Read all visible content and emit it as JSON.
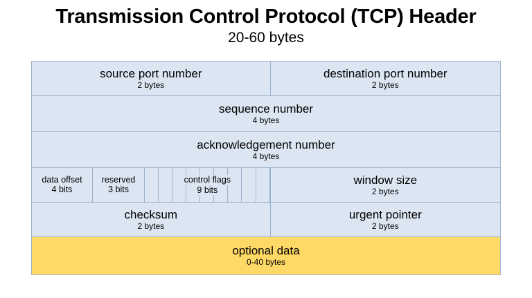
{
  "header": {
    "title": "Transmission Control Protocol (TCP) Header",
    "subtitle": "20-60 bytes"
  },
  "colors": {
    "cell_fill": "#dce6f2",
    "optional_fill": "#ffd966",
    "border": "#9bb2cc",
    "text": "#000000",
    "background": "#ffffff"
  },
  "diagram": {
    "type": "packet-header-layout",
    "rows": [
      {
        "id": "row-ports",
        "fields": [
          {
            "name": "source port number",
            "size": "2 bytes"
          },
          {
            "name": "destination port number",
            "size": "2 bytes"
          }
        ]
      },
      {
        "id": "row-sequence",
        "fields": [
          {
            "name": "sequence number",
            "size": "4 bytes"
          }
        ]
      },
      {
        "id": "row-acknowledgement",
        "fields": [
          {
            "name": "acknowledgement number",
            "size": "4 bytes"
          }
        ]
      },
      {
        "id": "row-flags",
        "fields": [
          {
            "name": "data offset",
            "size": "4 bits"
          },
          {
            "name": "reserved",
            "size": "3 bits"
          },
          {
            "name": "control flags",
            "size": "9 bits",
            "bit_cells": 9
          },
          {
            "name": "window size",
            "size": "2 bytes"
          }
        ]
      },
      {
        "id": "row-checksum",
        "fields": [
          {
            "name": "checksum",
            "size": "2 bytes"
          },
          {
            "name": "urgent pointer",
            "size": "2 bytes"
          }
        ]
      },
      {
        "id": "row-optional",
        "fields": [
          {
            "name": "optional data",
            "size": "0-40 bytes",
            "highlight": true
          }
        ]
      }
    ]
  }
}
